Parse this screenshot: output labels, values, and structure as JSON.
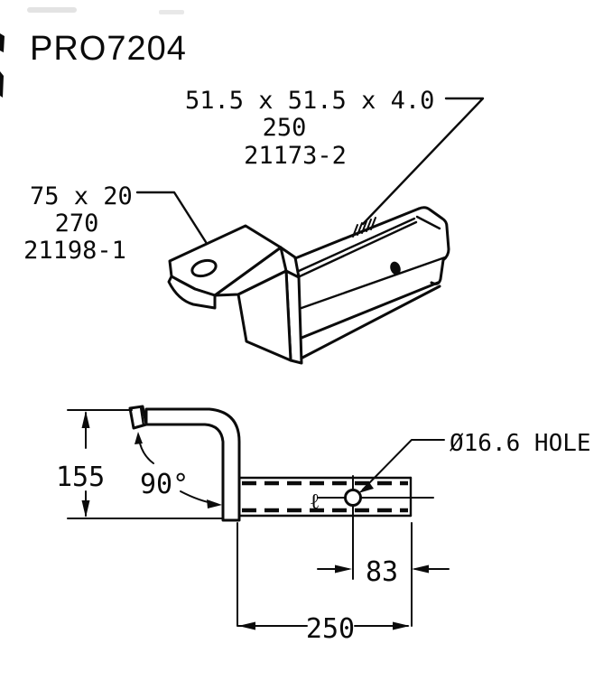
{
  "title": "PRO7204",
  "colors": {
    "ink": "#0b0b0b",
    "paper": "#ffffff"
  },
  "labels": {
    "tube": {
      "line1": "51.5 x 51.5 x 4.0",
      "line2": "250",
      "line3": "21173-2"
    },
    "bracket": {
      "line1": "75 x 20",
      "line2": "270",
      "line3": "21198-1"
    }
  },
  "dimensions": {
    "height": "155",
    "bend_angle": "90°",
    "hole": "Ø16.6 HOLE",
    "hole_from_end": "83",
    "tube_length": "250",
    "centerline_symbol": "ℓ"
  }
}
